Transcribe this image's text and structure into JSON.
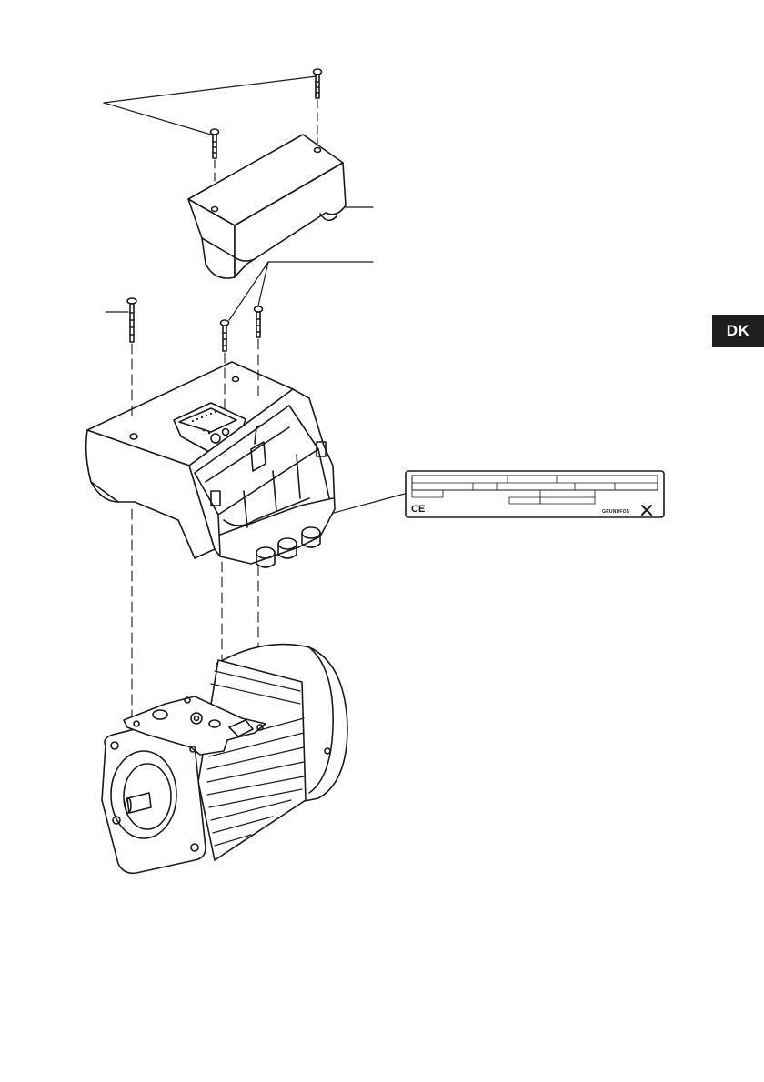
{
  "page": {
    "language_tab": "DK"
  },
  "nameplate": {
    "ce_mark": "CE",
    "brand": "GRUNDFOS"
  },
  "colors": {
    "line": "#1a1a1a",
    "background": "#ffffff",
    "tab": "#1e1e1e"
  },
  "icons": [
    "screw-icon",
    "terminal-box-cover",
    "control-box",
    "motor",
    "nameplate",
    "grundfos-x-logo",
    "ce-mark"
  ]
}
